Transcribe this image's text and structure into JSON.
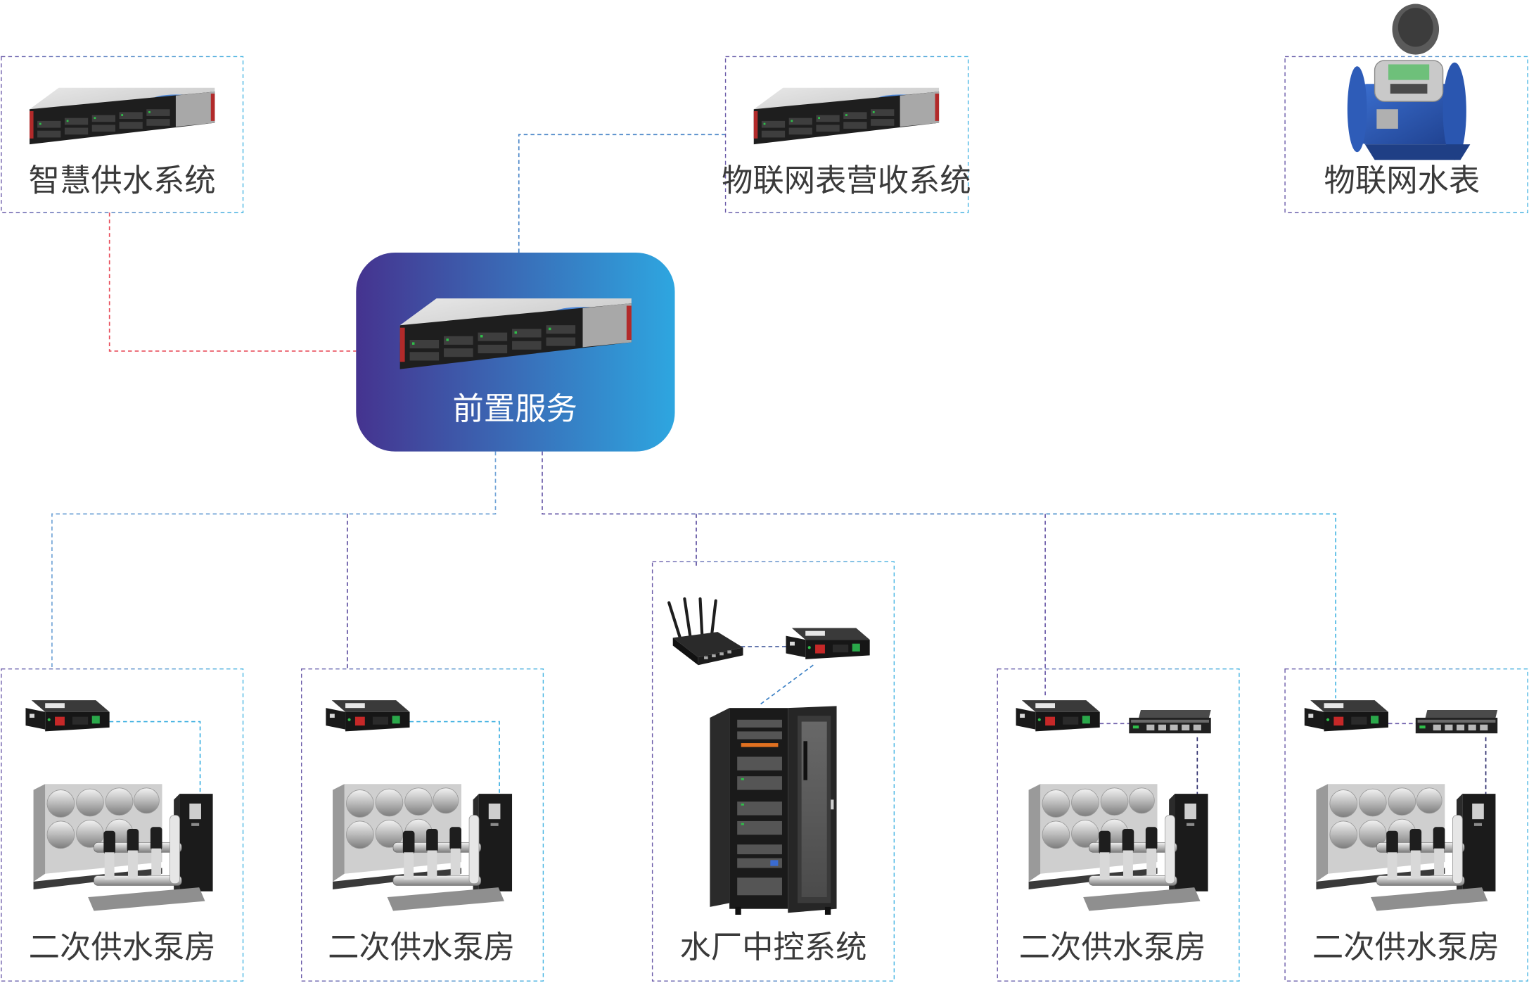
{
  "nodes": {
    "smart_water": "智慧供水系统",
    "iot_billing": "物联网表营收系统",
    "iot_meter": "物联网水表",
    "front_service": "前置服务",
    "pump1": "二次供水泵房",
    "pump2": "二次供水泵房",
    "plant": "水厂中控系统",
    "pump3": "二次供水泵房",
    "pump4": "二次供水泵房"
  },
  "colors": {
    "purple": "#5b4b9e",
    "cyan": "#3aaee0",
    "red": "#e84d5a",
    "gradient_start": "#45338f",
    "gradient_end": "#2ea6e0"
  }
}
